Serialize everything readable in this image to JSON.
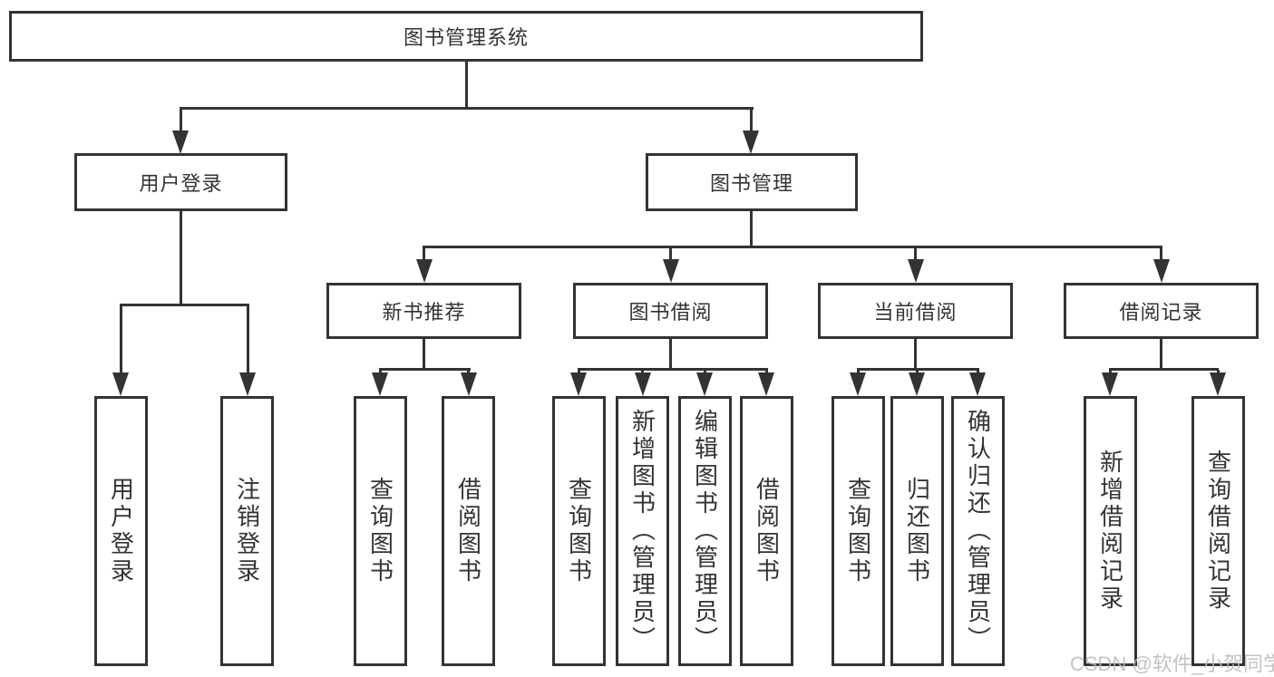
{
  "diagram_title": "图书管理系统",
  "tree": {
    "root": {
      "label": "图书管理系统"
    },
    "branches": [
      {
        "label": "用户登录",
        "children": [
          {
            "label": "用户登录"
          },
          {
            "label": "注销登录"
          }
        ]
      },
      {
        "label": "图书管理",
        "children": [
          {
            "label": "新书推荐",
            "children": [
              {
                "label": "查询图书"
              },
              {
                "label": "借阅图书"
              }
            ]
          },
          {
            "label": "图书借阅",
            "children": [
              {
                "label": "查询图书"
              },
              {
                "label": "新增图书（管理员）"
              },
              {
                "label": "编辑图书（管理员）"
              },
              {
                "label": "借阅图书"
              }
            ]
          },
          {
            "label": "当前借阅",
            "children": [
              {
                "label": "查询图书"
              },
              {
                "label": "归还图书"
              },
              {
                "label": "确认归还（管理员）"
              }
            ]
          },
          {
            "label": "借阅记录",
            "children": [
              {
                "label": "新增借阅记录"
              },
              {
                "label": "查询借阅记录"
              }
            ]
          }
        ]
      }
    ]
  },
  "watermark": {
    "text": "CSDN @软件_小贺同学"
  },
  "colors": {
    "line": "#333333",
    "text": "#333333",
    "background": "#ffffff",
    "watermark": "#b9b9b9"
  }
}
